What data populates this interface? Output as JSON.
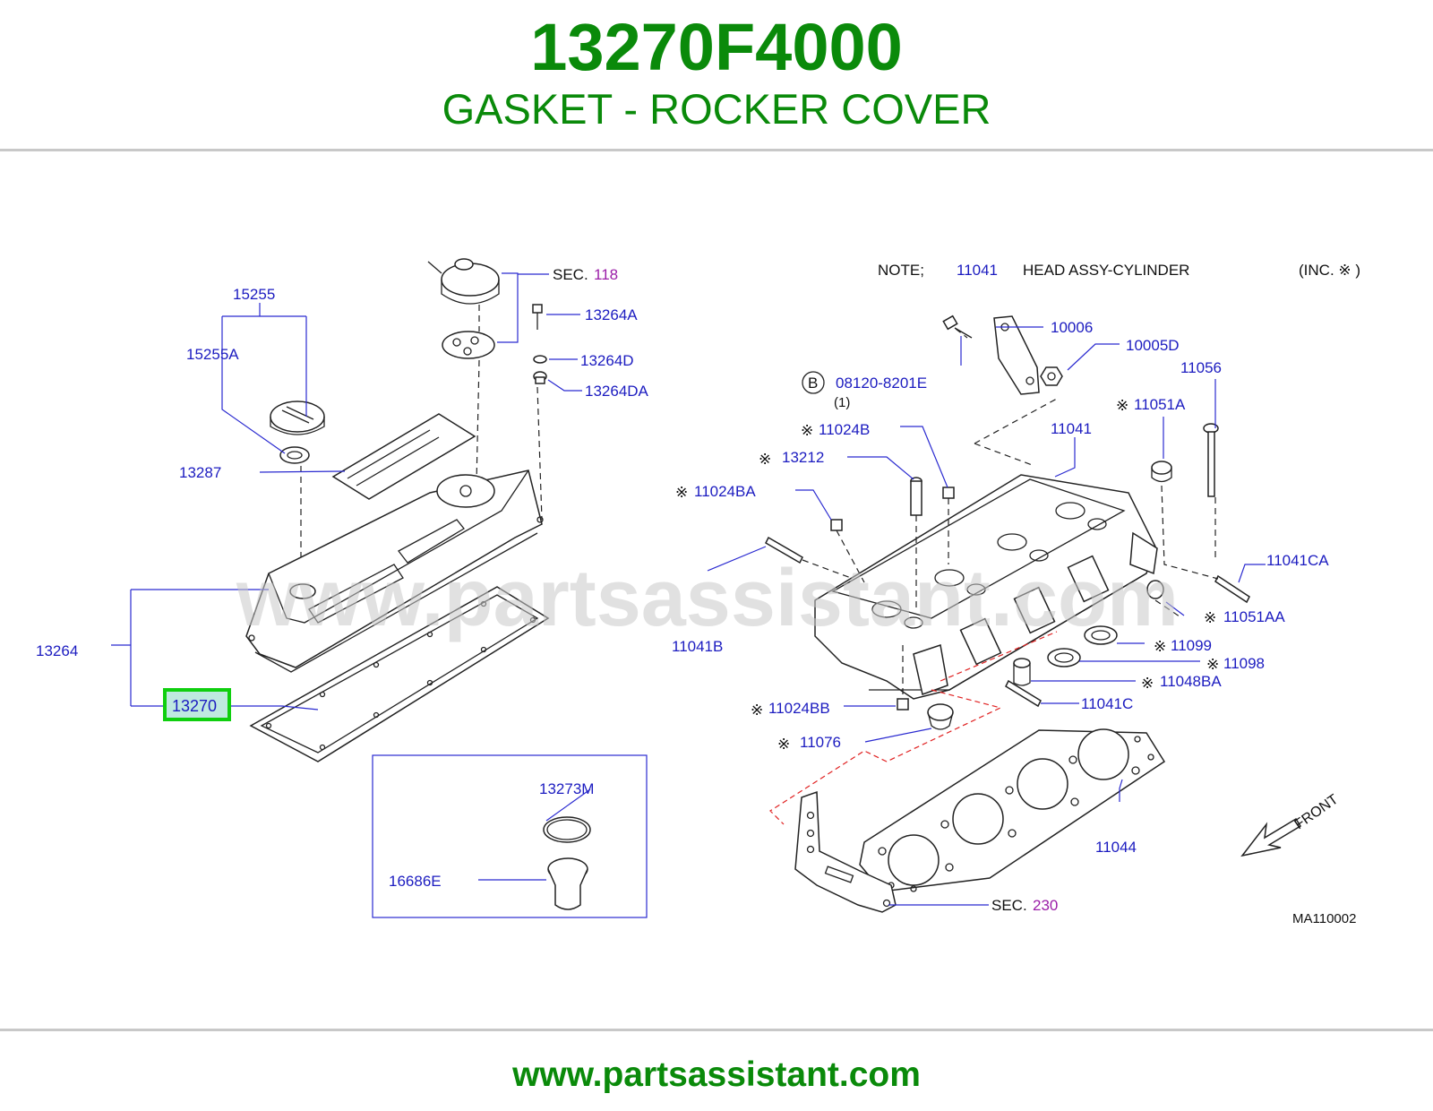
{
  "header": {
    "part_number": "13270F4000",
    "part_name": "GASKET - ROCKER COVER"
  },
  "footer": {
    "url": "www.partsassistant.com"
  },
  "diagram": {
    "watermark": "www.partsassistant.com",
    "note": {
      "prefix": "NOTE;",
      "part": "11041",
      "text": "HEAD ASSY-CYLINDER",
      "inc": "(INC. ※ )"
    },
    "highlighted_label": "13270",
    "section_refs": [
      {
        "prefix": "SEC.",
        "number": "118"
      },
      {
        "prefix": "SEC.",
        "number": "230"
      }
    ],
    "bolt_ref": {
      "badge": "B",
      "code": "08120-8201E",
      "qty": "(1)"
    },
    "front_label": "FRONT",
    "drawing_code": "MA110002",
    "mark": "※",
    "labels_left": [
      "15255",
      "15255A",
      "13287",
      "13264",
      "13264A",
      "13264D",
      "13264DA",
      "13273M",
      "16686E"
    ],
    "labels_right": [
      "10006",
      "10005D",
      "11056",
      "11051A",
      "11041",
      "11024B",
      "13212",
      "11024BA",
      "11041CA",
      "11041B",
      "11051AA",
      "11099",
      "11098",
      "11048BA",
      "11041C",
      "11024BB",
      "11076",
      "11044"
    ],
    "icons": [
      "front-arrow-icon"
    ]
  }
}
